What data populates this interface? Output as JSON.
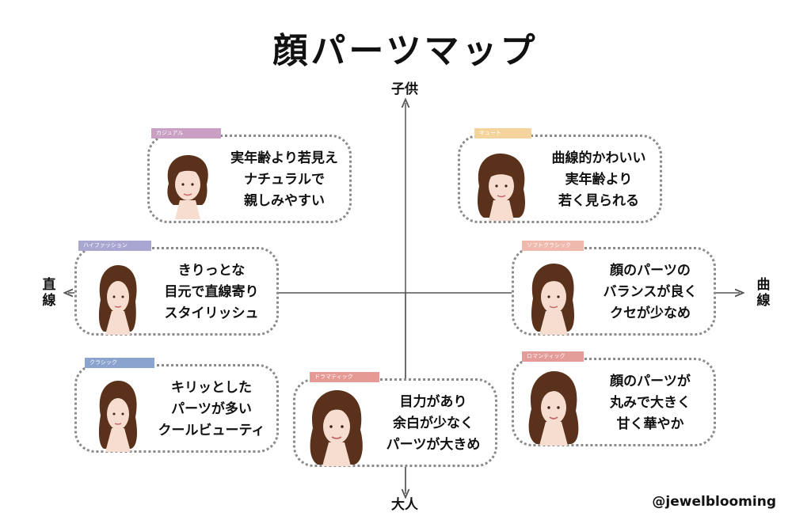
{
  "title": "顔パーツマップ",
  "axes": {
    "top": "子供",
    "bottom": "大人",
    "left": "直線",
    "right": "曲線"
  },
  "types": [
    {
      "id": "casual",
      "tag": "カジュアル",
      "tag_color": "#c9a0c4",
      "lines": [
        "実年齢より若見え",
        "ナチュラルで",
        "親しみやすい"
      ]
    },
    {
      "id": "cute",
      "tag": "キュート",
      "tag_color": "#f4d49c",
      "lines": [
        "曲線的かわいい",
        "実年齢より",
        "若く見られる"
      ]
    },
    {
      "id": "high-fashion",
      "tag": "ハイファッション",
      "tag_color": "#a9a7d2",
      "lines": [
        "きりっとな",
        "目元で直線寄り",
        "スタイリッシュ"
      ]
    },
    {
      "id": "soft-classic",
      "tag": "ソフトクラシック",
      "tag_color": "#efb9ad",
      "lines": [
        "顔のパーツの",
        "バランスが良く",
        "クセが少なめ"
      ]
    },
    {
      "id": "classic",
      "tag": "クラシック",
      "tag_color": "#8aa3cf",
      "lines": [
        "キリッとした",
        "パーツが多い",
        "クールビューティ"
      ]
    },
    {
      "id": "dramatic",
      "tag": "ドラマティック",
      "tag_color": "#e59a95",
      "lines": [
        "目力があり",
        "余白が少なく",
        "パーツが大きめ"
      ]
    },
    {
      "id": "romantic",
      "tag": "ロマンティック",
      "tag_color": "#e39c97",
      "lines": [
        "顔のパーツが",
        "丸みで大きく",
        "甘く華やか"
      ]
    }
  ],
  "credit": "@jewelblooming",
  "colors": {
    "hair": "#5a321b",
    "skin": "#f6ddcf",
    "axis": "#555555",
    "border": "#8a8a8a"
  }
}
